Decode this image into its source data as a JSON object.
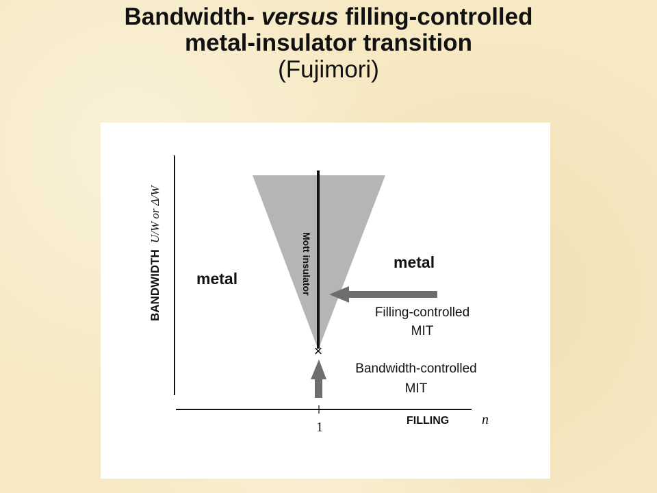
{
  "title": {
    "part1": "Bandwidth- ",
    "part_italic": "versus",
    "part2": " filling-controlled",
    "line2": "metal-insulator transition",
    "subtitle": "(Fujimori)"
  },
  "diagram": {
    "y_axis_label": "BANDWIDTH",
    "y_axis_label_symbol": "U/W or Δ/W",
    "x_axis_label": "FILLING",
    "x_axis_symbol": "n",
    "x_tick": "1",
    "region_left": "metal",
    "region_right": "metal",
    "insulator_label": "Mott insulator",
    "filling_mit_line1": "Filling-controlled",
    "filling_mit_line2": "MIT",
    "bandwidth_mit_line1": "Bandwidth-controlled",
    "bandwidth_mit_line2": "MIT",
    "critical_point_marker": "×"
  },
  "colors": {
    "background": "#f6e9c4",
    "insulator_fill": "#b5b5b5",
    "arrow_gray": "#6e6e6e",
    "axis": "#111111"
  }
}
